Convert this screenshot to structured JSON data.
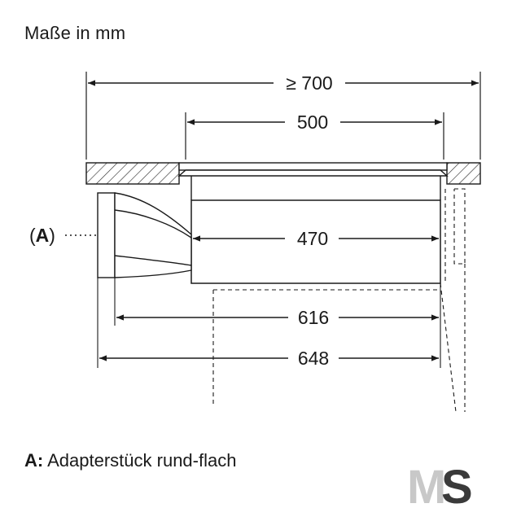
{
  "header": {
    "title": "Maße in mm"
  },
  "dimensions": {
    "overall_cutout": "≥ 700",
    "top_width": "500",
    "body_width": "470",
    "depth_1": "616",
    "depth_2": "648"
  },
  "callout": {
    "label_open": "(",
    "label_letter": "A",
    "label_close": ")"
  },
  "legend": {
    "key": "A:",
    "text": "Adapterstück rund-flach"
  },
  "logo": {
    "text_m": "M",
    "text_s": "S"
  }
}
